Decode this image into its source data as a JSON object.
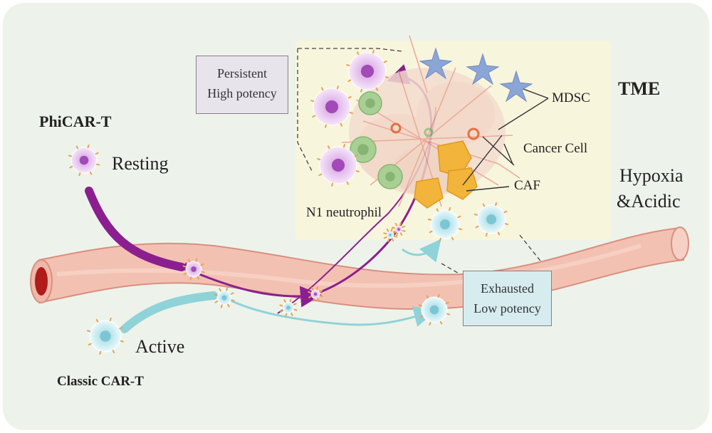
{
  "labels": {
    "phicar": "PhiCAR-T",
    "resting": "Resting",
    "active": "Active",
    "classic": "Classic CAR-T",
    "tme": "TME",
    "hypoxia1": "Hypoxia",
    "hypoxia2": "&Acidic",
    "mdsc": "MDSC",
    "cancer_cell": "Cancer Cell",
    "caf": "CAF",
    "n1_neutrophil": "N1 neutrophil",
    "persistent1": "Persistent",
    "persistent2": "High potency",
    "exhausted1": "Exhausted",
    "exhausted2": "Low potency"
  },
  "colors": {
    "background_panel": "#edf3ea",
    "tme_panel": "#f8f5dd",
    "vessel": "#f0b8a8",
    "vessel_lumen": "#b01b1b",
    "phicar_cell": "#c58fd6",
    "classic_cell": "#b8e2ea",
    "arrow_purple": "#8b1f8f",
    "arrow_cyan": "#8fd3d8",
    "mdsc": "#8aa5d6",
    "neutrophil": "#8dbb7c",
    "caf": "#f2b43a",
    "persistent_box": "#e8e4ec",
    "exhausted_box": "#d6ecef"
  },
  "icons": [
    "phicar-resting-cell-icon",
    "classic-active-cell-icon",
    "mdsc-icon",
    "n1-neutrophil-icon",
    "caf-icon",
    "cancer-cell-icon",
    "blood-vessel-icon"
  ]
}
